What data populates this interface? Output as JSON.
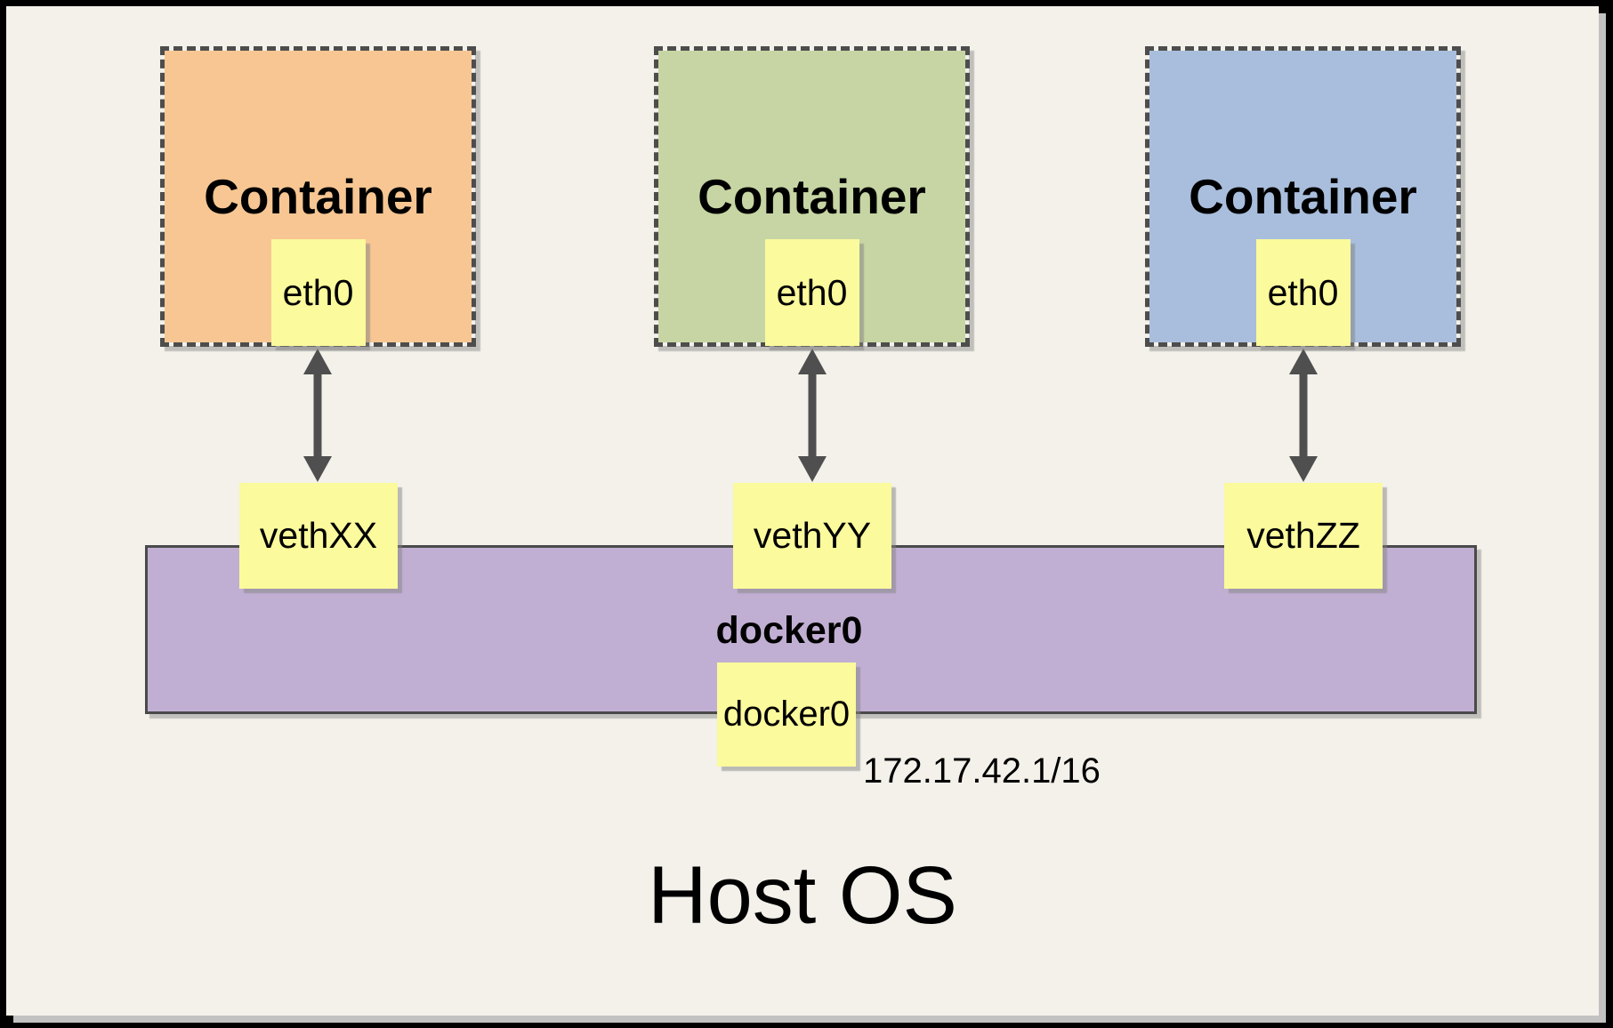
{
  "title": "Host OS",
  "containers": [
    {
      "label": "Container",
      "interface": "eth0",
      "veth": "vethXX",
      "fill": "#F7C693"
    },
    {
      "label": "Container",
      "interface": "eth0",
      "veth": "vethYY",
      "fill": "#C6D5A3"
    },
    {
      "label": "Container",
      "interface": "eth0",
      "veth": "vethZZ",
      "fill": "#A9BEDC"
    }
  ],
  "bridge": {
    "label": "docker0",
    "interface": "docker0",
    "subnet": "172.17.42.1/16",
    "fill": "#C1AFD3"
  },
  "colors": {
    "node_fill": "#FBFA9C",
    "arrow": "#4F4F4F",
    "dashed_border": "#4D4D4D",
    "background": "#F3F1EA",
    "frame": "#000000"
  }
}
